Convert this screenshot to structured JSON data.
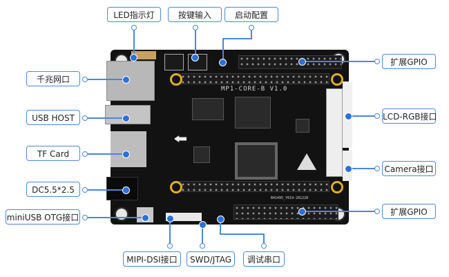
{
  "diagram": {
    "title": "MP1 board interface diagram",
    "board_silkscreen": {
      "model": "MP1-CORE-B V1.0",
      "bottom_code": "B41495_Y619-201228"
    },
    "labels": {
      "led": "LED指示灯",
      "key": "按键输入",
      "boot": "启动配置",
      "gpio_top": "扩展GPIO",
      "ethernet": "千兆网口",
      "usb_host": "USB HOST",
      "lcd_rgb": "LCD-RGB接口",
      "tf_card": "TF Card",
      "camera": "Camera接口",
      "dc": "DC5.5*2.5",
      "gpio_bottom": "扩展GPIO",
      "mini_usb": "miniUSB OTG接口",
      "mipi_dsi": "MIPI-DSI接口",
      "swd_jtag": "SWD/JTAG",
      "debug_uart": "调试串口"
    },
    "colors": {
      "accent": "#4a86e0",
      "board": "#121212"
    }
  }
}
